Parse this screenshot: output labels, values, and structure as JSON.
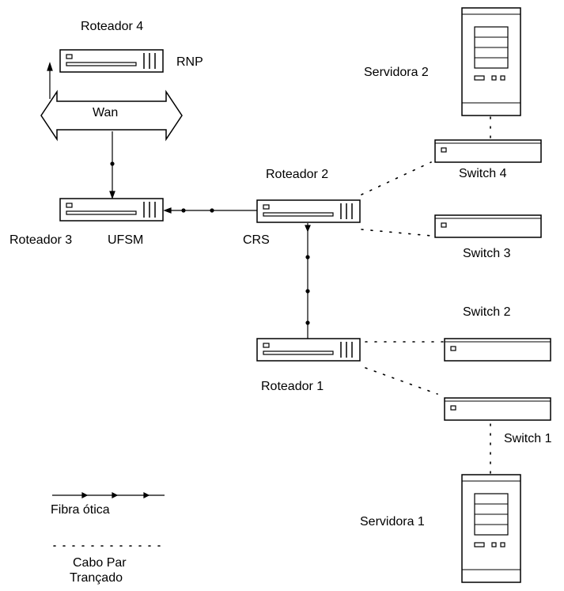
{
  "labels": {
    "roteador4": "Roteador 4",
    "rnp": "RNP",
    "wan": "Wan",
    "roteador3": "Roteador 3",
    "ufsm": "UFSM",
    "roteador2": "Roteador 2",
    "crs": "CRS",
    "roteador1": "Roteador 1",
    "servidora2": "Servidora 2",
    "servidora1": "Servidora 1",
    "switch4": "Switch 4",
    "switch3": "Switch 3",
    "switch2": "Switch 2",
    "switch1": "Switch 1"
  },
  "legend": {
    "fiber": "Fibra ótica",
    "twisted_pair_line1": "Cabo Par",
    "twisted_pair_line2": "Trançado"
  },
  "colors": {
    "stroke": "#000000",
    "background": "#ffffff"
  }
}
